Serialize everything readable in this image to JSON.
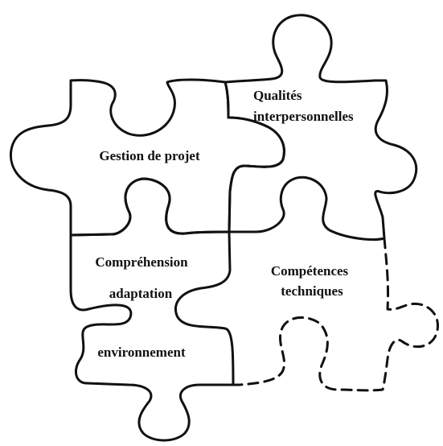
{
  "pieces": {
    "gestion": {
      "lines": [
        "Gestion de projet"
      ]
    },
    "qualites": {
      "lines": [
        "Qualités",
        "interpersonnelles"
      ]
    },
    "comprehension": {
      "lines": [
        "Compréhension",
        "adaptation",
        "environnement"
      ]
    },
    "competences": {
      "lines": [
        "Compétences",
        "techniques"
      ]
    }
  }
}
